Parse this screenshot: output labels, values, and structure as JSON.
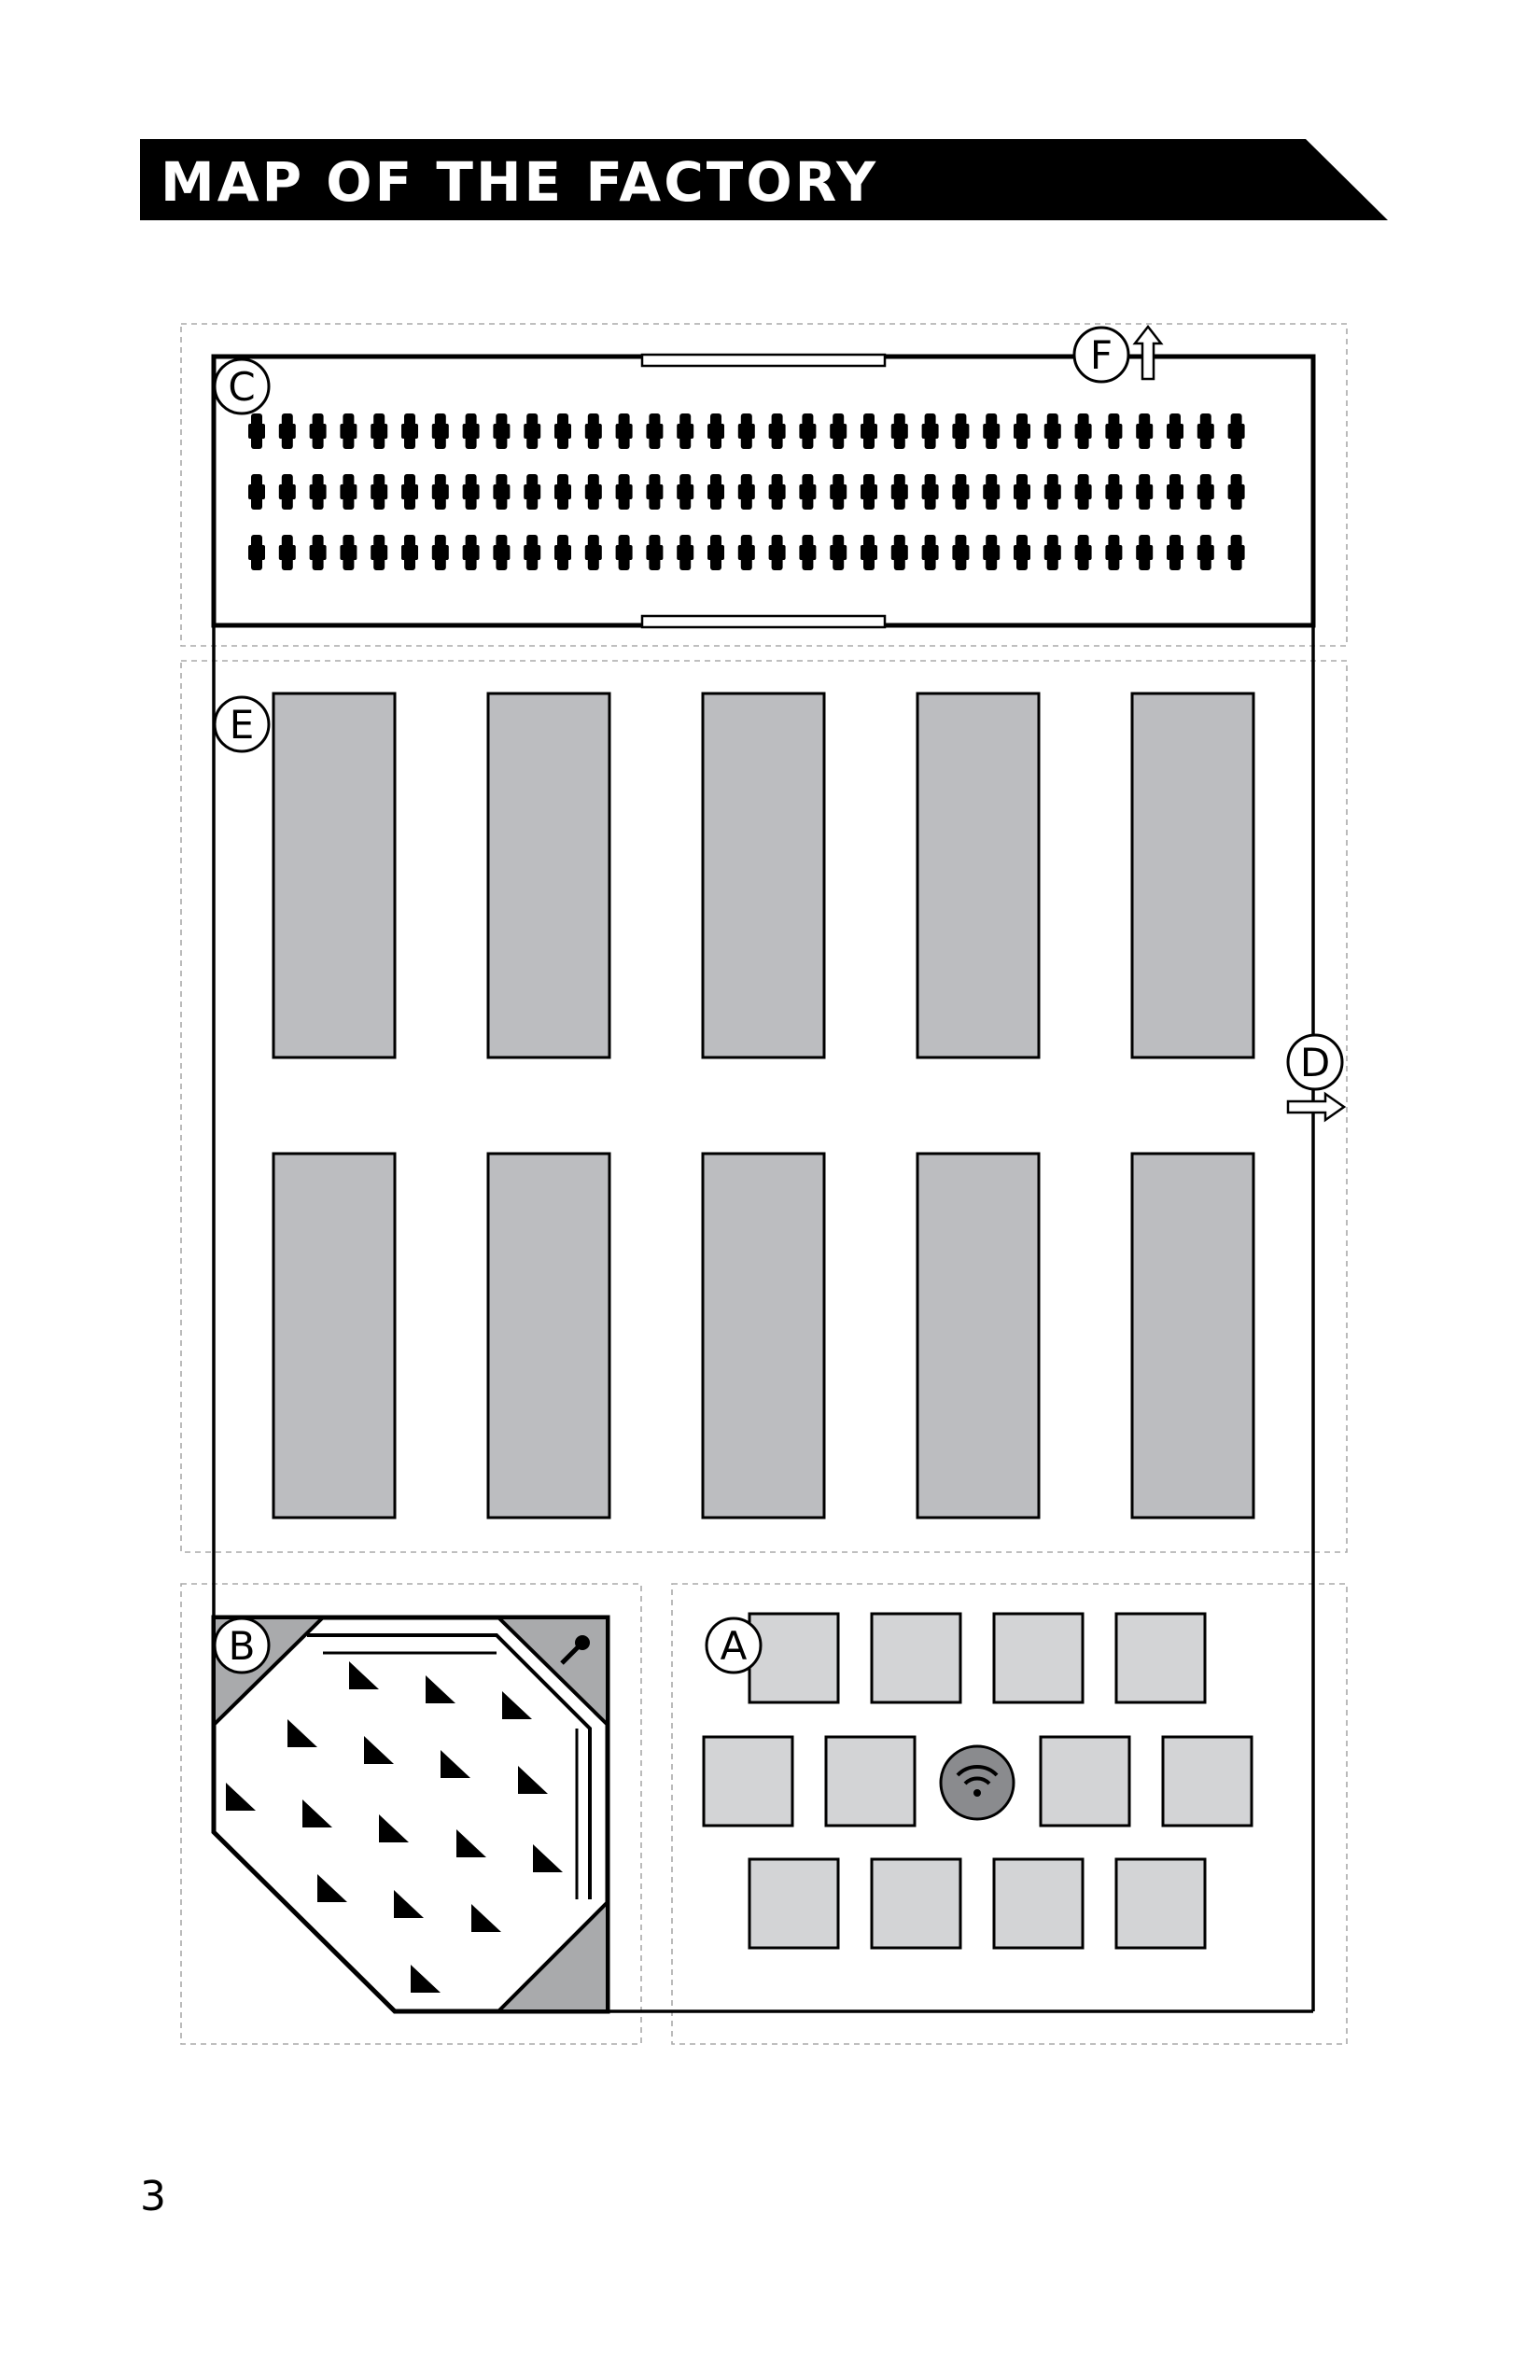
{
  "header": {
    "title": "MAP OF THE FACTORY"
  },
  "zones": {
    "a": {
      "label": "A"
    },
    "b": {
      "label": "B"
    },
    "c": {
      "label": "C"
    },
    "d": {
      "label": "D"
    },
    "e": {
      "label": "E"
    },
    "f": {
      "label": "F"
    }
  },
  "footer": {
    "page_number": "3"
  },
  "colors": {
    "title_bar": "#000000",
    "racks": "#bcbdc0",
    "desks": "#d3d4d6",
    "wifi_hub": "#8a8b8e",
    "corner_wedges": "#a9aaac"
  },
  "icons": {
    "exit_d": "arrow-right-icon",
    "exit_f": "arrow-up-icon",
    "hub": "wifi-icon",
    "lever": "lever-icon"
  }
}
